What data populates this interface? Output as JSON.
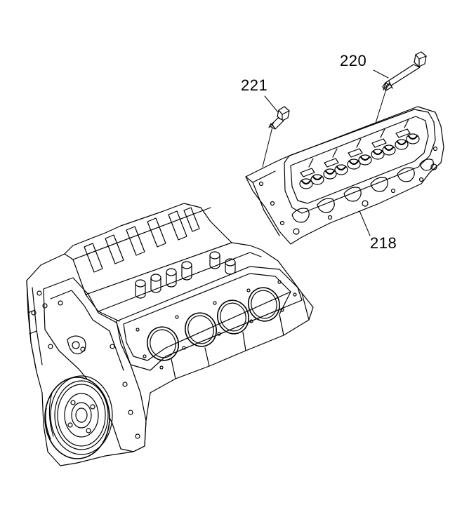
{
  "callouts": {
    "c220": "220",
    "c221": "221",
    "c218": "218"
  },
  "colors": {
    "line": "#000000",
    "background": "#ffffff"
  }
}
